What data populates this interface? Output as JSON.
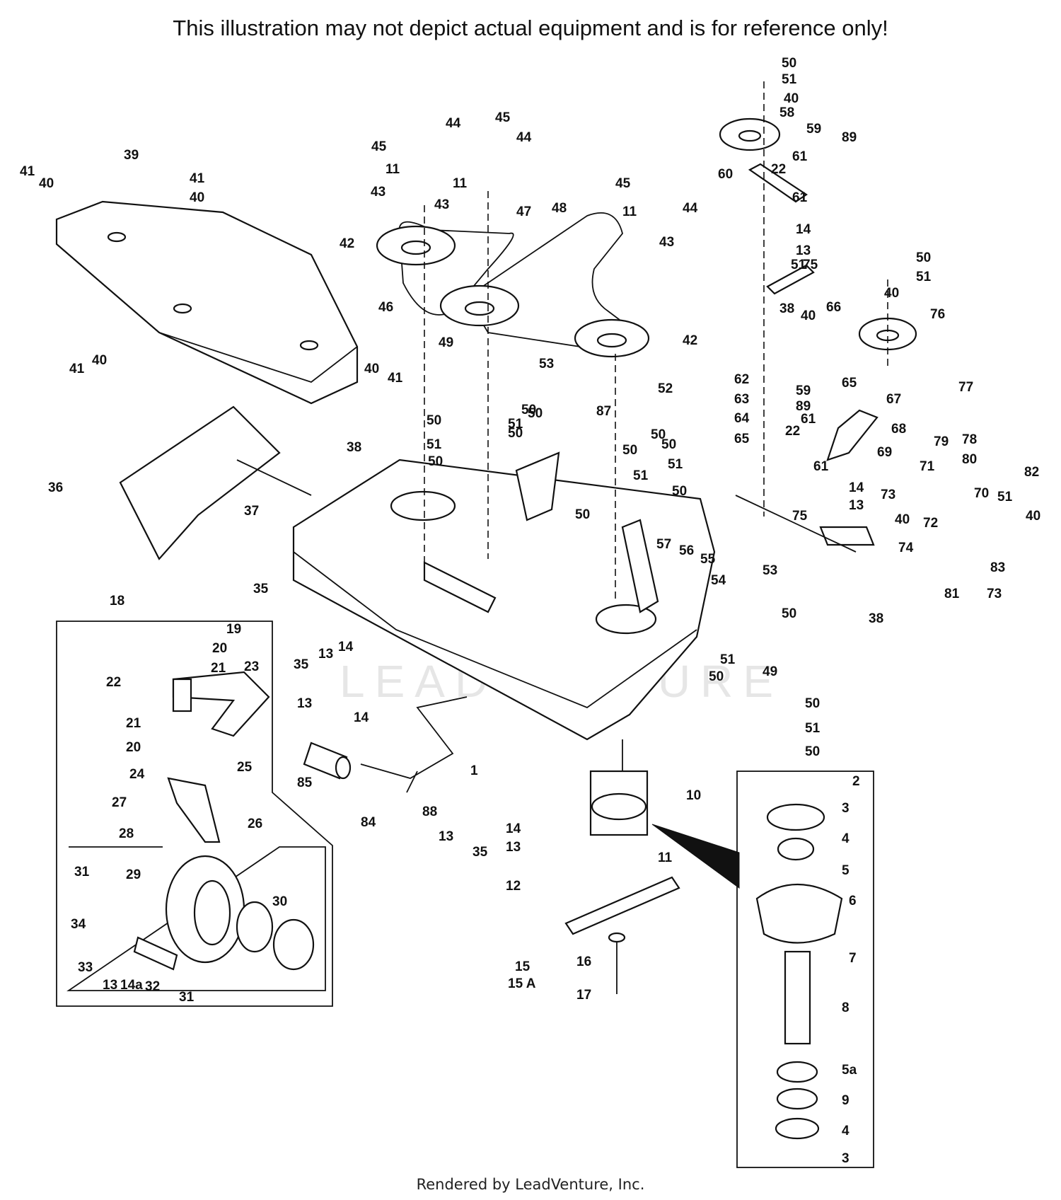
{
  "header": {
    "disclaimer": "This illustration may not depict actual equipment and is for reference only!"
  },
  "footer": {
    "credit": "Rendered by LeadVenture, Inc."
  },
  "watermark": {
    "text": "LEADVENTURE"
  },
  "callouts": [
    "1",
    "2",
    "3",
    "4",
    "5",
    "5a",
    "6",
    "7",
    "8",
    "9",
    "10",
    "11",
    "12",
    "13",
    "14",
    "14a",
    "15",
    "15 A",
    "16",
    "17",
    "18",
    "19",
    "20",
    "21",
    "22",
    "23",
    "24",
    "25",
    "26",
    "27",
    "28",
    "29",
    "30",
    "31",
    "32",
    "33",
    "34",
    "35",
    "36",
    "37",
    "38",
    "39",
    "40",
    "41",
    "42",
    "43",
    "44",
    "45",
    "46",
    "47",
    "48",
    "49",
    "50",
    "51",
    "52",
    "53",
    "54",
    "55",
    "56",
    "57",
    "58",
    "59",
    "60",
    "61",
    "62",
    "63",
    "64",
    "65",
    "66",
    "67",
    "68",
    "69",
    "70",
    "71",
    "72",
    "73",
    "74",
    "75",
    "76",
    "77",
    "78",
    "79",
    "80",
    "81",
    "82",
    "83",
    "84",
    "85",
    "87",
    "88",
    "89"
  ]
}
